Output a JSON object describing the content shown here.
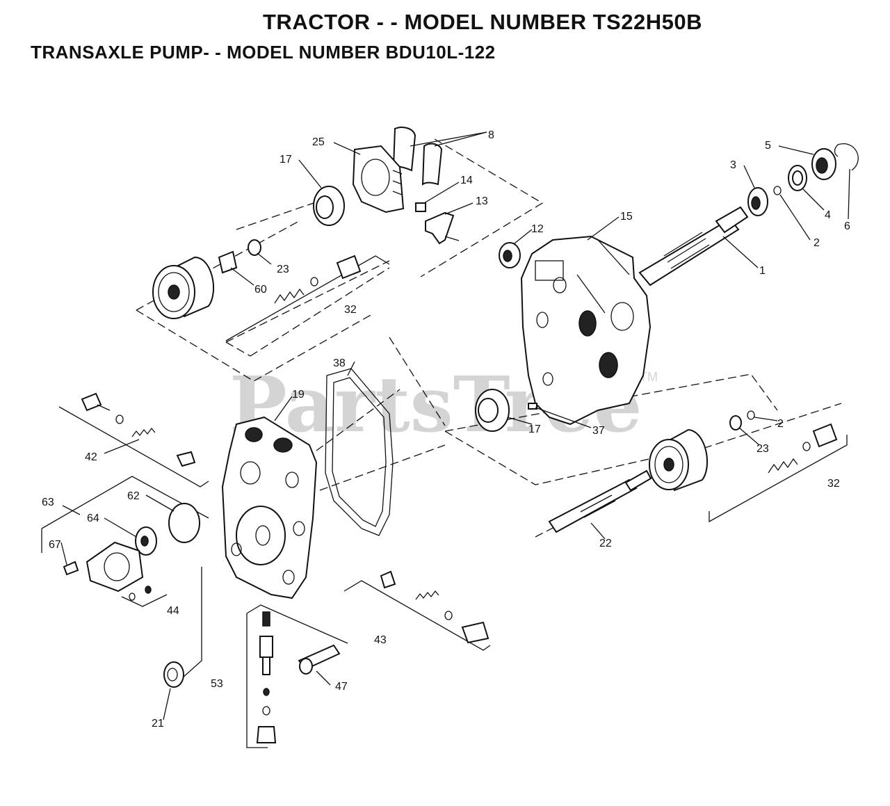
{
  "header": {
    "title": "TRACTOR - - MODEL NUMBER TS22H50B",
    "subtitle": "TRANSAXLE PUMP- - MODEL NUMBER BDU10L-122"
  },
  "watermark": {
    "text": "PartsTree",
    "trademark": "TM"
  },
  "callouts": [
    {
      "id": "c8",
      "label": "8"
    },
    {
      "id": "c25",
      "label": "25"
    },
    {
      "id": "c17a",
      "label": "17"
    },
    {
      "id": "c14",
      "label": "14"
    },
    {
      "id": "c13",
      "label": "13"
    },
    {
      "id": "c5",
      "label": "5"
    },
    {
      "id": "c3",
      "label": "3"
    },
    {
      "id": "c4",
      "label": "4"
    },
    {
      "id": "c6",
      "label": "6"
    },
    {
      "id": "c2a",
      "label": "2"
    },
    {
      "id": "c1",
      "label": "1"
    },
    {
      "id": "c15",
      "label": "15"
    },
    {
      "id": "c12",
      "label": "12"
    },
    {
      "id": "c23a",
      "label": "23"
    },
    {
      "id": "c60",
      "label": "60"
    },
    {
      "id": "c32a",
      "label": "32"
    },
    {
      "id": "c38",
      "label": "38"
    },
    {
      "id": "c19",
      "label": "19"
    },
    {
      "id": "c17b",
      "label": "17"
    },
    {
      "id": "c37",
      "label": "37"
    },
    {
      "id": "c2b",
      "label": "2"
    },
    {
      "id": "c23b",
      "label": "23"
    },
    {
      "id": "c32b",
      "label": "32"
    },
    {
      "id": "c42",
      "label": "42"
    },
    {
      "id": "c63",
      "label": "63"
    },
    {
      "id": "c62",
      "label": "62"
    },
    {
      "id": "c64",
      "label": "64"
    },
    {
      "id": "c67",
      "label": "67"
    },
    {
      "id": "c44",
      "label": "44"
    },
    {
      "id": "c22",
      "label": "22"
    },
    {
      "id": "c43",
      "label": "43"
    },
    {
      "id": "c47",
      "label": "47"
    },
    {
      "id": "c53",
      "label": "53"
    },
    {
      "id": "c21",
      "label": "21"
    }
  ]
}
